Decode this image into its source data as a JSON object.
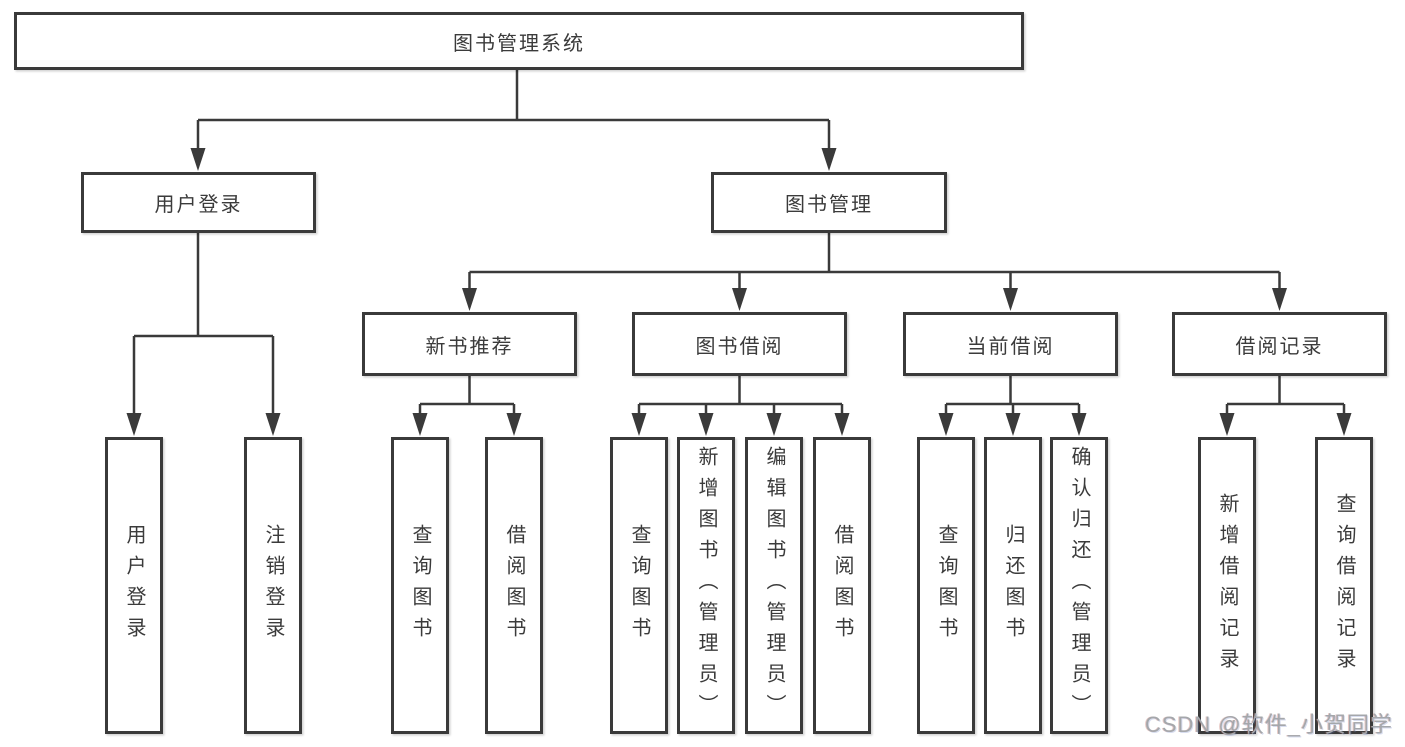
{
  "tree": {
    "root": {
      "label": "图书管理系统",
      "children": [
        {
          "label": "用户登录",
          "children": [
            {
              "label": "用户登录"
            },
            {
              "label": "注销登录"
            }
          ]
        },
        {
          "label": "图书管理",
          "children": [
            {
              "label": "新书推荐",
              "children": [
                {
                  "label": "查询图书"
                },
                {
                  "label": "借阅图书"
                }
              ]
            },
            {
              "label": "图书借阅",
              "children": [
                {
                  "label": "查询图书"
                },
                {
                  "label": "新增图书（管理员）"
                },
                {
                  "label": "编辑图书（管理员）"
                },
                {
                  "label": "借阅图书"
                }
              ]
            },
            {
              "label": "当前借阅",
              "children": [
                {
                  "label": "查询图书"
                },
                {
                  "label": "归还图书"
                },
                {
                  "label": "确认归还（管理员）"
                }
              ]
            },
            {
              "label": "借阅记录",
              "children": [
                {
                  "label": "新增借阅记录"
                },
                {
                  "label": "查询借阅记录"
                }
              ]
            }
          ]
        }
      ]
    }
  },
  "watermark": "CSDN @软件_小贺同学",
  "colors": {
    "line": "#3a3a3a",
    "text": "#3b3b3b",
    "background": "#ffffff",
    "watermark": "#a4a7ab"
  }
}
